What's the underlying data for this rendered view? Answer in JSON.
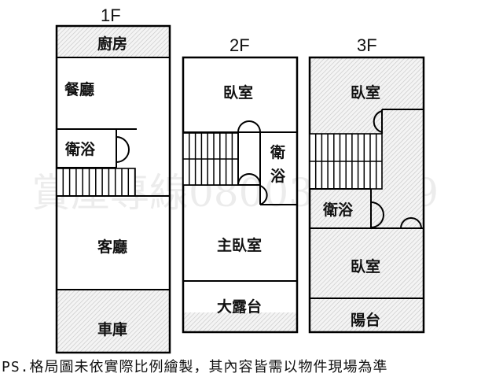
{
  "floors": [
    {
      "label": "1F",
      "rooms": {
        "kitchen": "廚房",
        "dining": "餐廳",
        "bathroom": "衛浴",
        "living": "客廳",
        "garage": "車庫"
      }
    },
    {
      "label": "2F",
      "rooms": {
        "bedroom": "臥室",
        "bathroom_line1": "衛",
        "bathroom_line2": "浴",
        "master_bedroom": "主臥室",
        "terrace": "大露台"
      }
    },
    {
      "label": "3F",
      "rooms": {
        "bedroom_top": "臥室",
        "bathroom": "衛浴",
        "bedroom_bottom": "臥室",
        "balcony": "陽台"
      }
    }
  ],
  "watermark": "賞屋專線0800370699",
  "footnote": "PS.格局圖未依實際比例繪製，其內容皆需以物件現場為準"
}
